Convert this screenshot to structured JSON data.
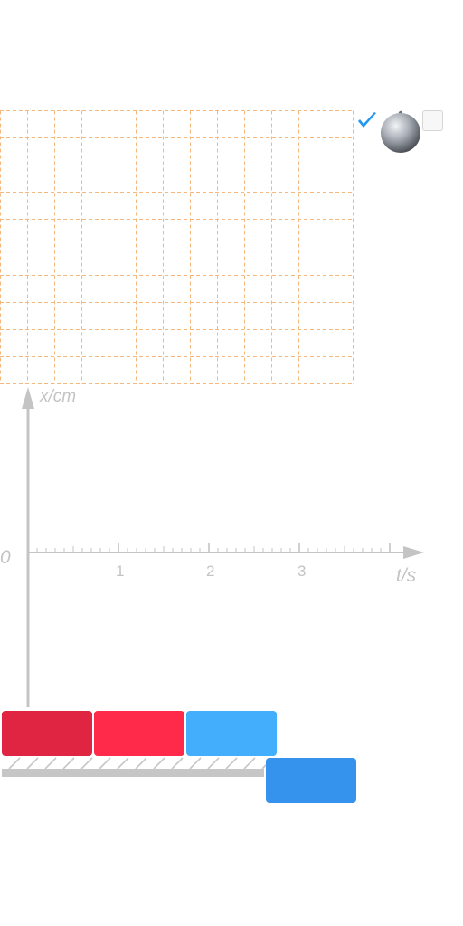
{
  "colors": {
    "grid_line": "#f4b87c",
    "axis": "#c4c4c4",
    "check": "#2196f3",
    "ball_light": "#f2f4f6",
    "ball_dark": "#3e4148",
    "ground": "#c6c6c6",
    "block_dark_red": "#e02542",
    "block_red": "#ff2a4a",
    "block_light_blue": "#42aefc",
    "block_blue": "#3593ee"
  },
  "controls": {
    "check_icon": "check-icon",
    "ball_icon": "ball-icon",
    "checkbox_checked": false
  },
  "graph": {
    "y_axis_label": "x/cm",
    "x_axis_label": "t/s",
    "origin_label": "0",
    "x_tick_labels": [
      "1",
      "2",
      "3"
    ]
  },
  "blocks": [
    {
      "name": "block-dark-red",
      "color": "#e02542"
    },
    {
      "name": "block-red",
      "color": "#ff2a4a"
    },
    {
      "name": "block-light-blue",
      "color": "#42aefc"
    },
    {
      "name": "block-blue",
      "color": "#3593ee"
    }
  ]
}
